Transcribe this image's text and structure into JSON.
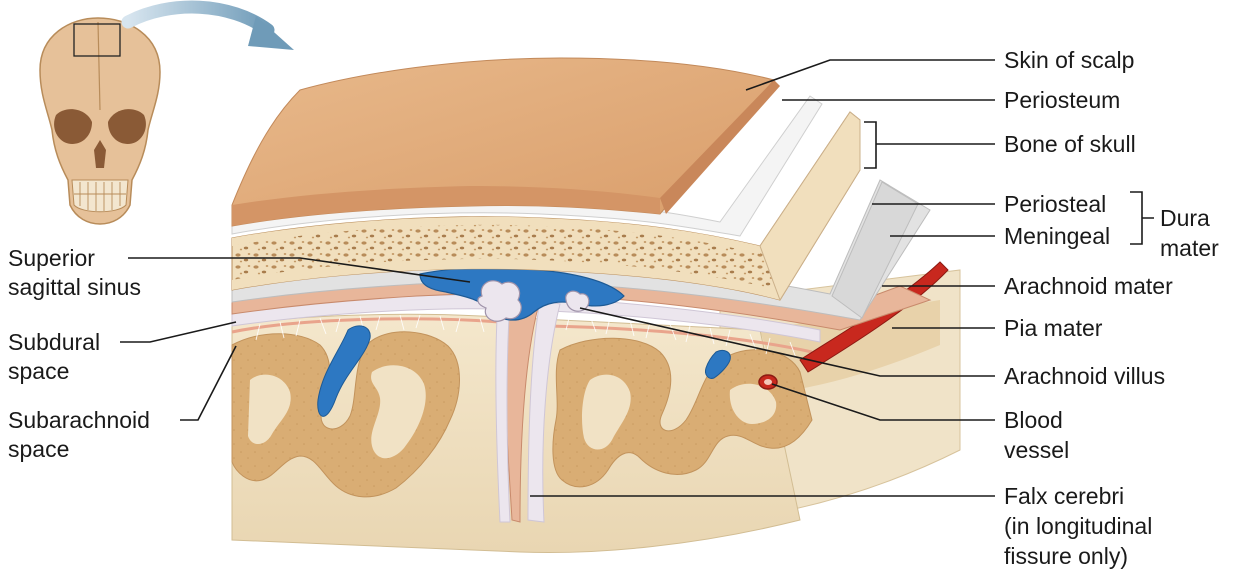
{
  "labels": {
    "skin_of_scalp": "Skin of scalp",
    "periosteum": "Periosteum",
    "bone_of_skull": "Bone of skull",
    "periosteal": "Periosteal",
    "meningeal": "Meningeal",
    "dura": "Dura",
    "mater": "mater",
    "arachnoid_mater": "Arachnoid mater",
    "pia_mater": "Pia mater",
    "arachnoid_villus": "Arachnoid villus",
    "blood": "Blood",
    "vessel": "vessel",
    "falx_cerebri": "Falx cerebri",
    "falx_sub1": "(in longitudinal",
    "falx_sub2": "fissure only)",
    "superior": "Superior",
    "sagittal_sinus": "sagittal sinus",
    "subdural": "Subdural",
    "subdural_space": "space",
    "subarachnoid": "Subarachnoid",
    "subarachnoid_space": "space"
  },
  "colors": {
    "skin": "#e0aa7a",
    "periosteum": "#f4f4f4",
    "bone": "#f1dfbd",
    "bone_pores": "#b88c5a",
    "dura": "#e2e2e2",
    "meningeal": "#e8b69a",
    "arachnoid": "#ece6ee",
    "pia": "#e9a48c",
    "sinus": "#2d78c2",
    "gray_matter": "#d9ad74",
    "white_matter": "#f1e2c5",
    "artery": "#c8281e",
    "leader": "#1a1a1a"
  }
}
